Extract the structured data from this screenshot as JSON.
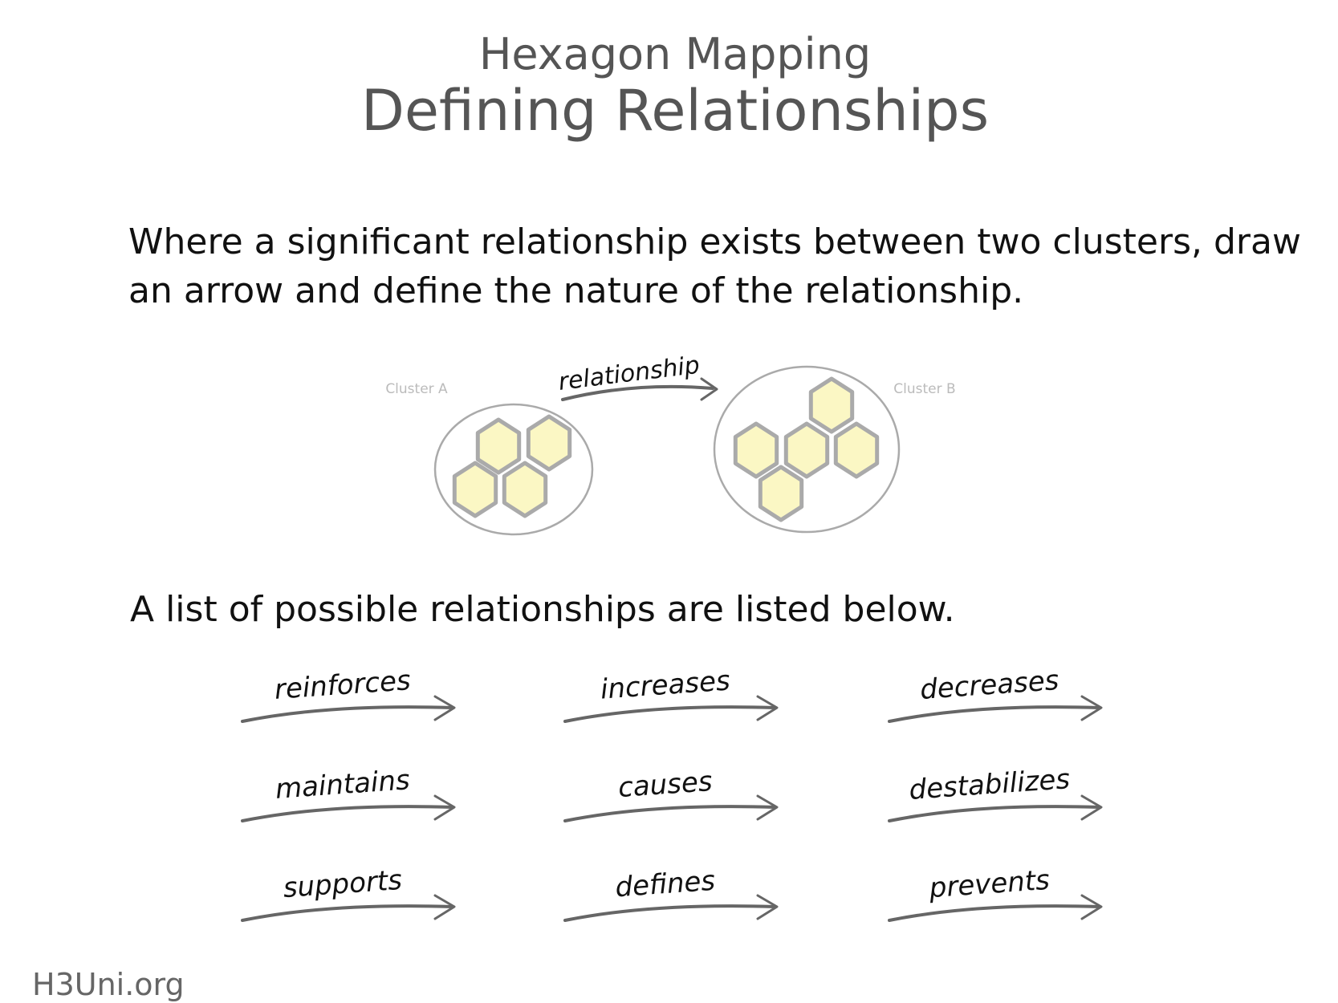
{
  "header": {
    "subtitle": "Hexagon Mapping",
    "title": "Defining Relationships"
  },
  "intro": {
    "line1": "Where a significant relationship exists between two clusters, draw",
    "line2": "an arrow and define the nature of the relationship."
  },
  "diagram": {
    "cluster_a_label": "Cluster A",
    "cluster_b_label": "Cluster B",
    "arrow_label": "relationship",
    "hex_fill": "#fbf7c4",
    "hex_stroke": "#aaaaaa"
  },
  "list_intro": "A list of possible relationships are listed below.",
  "relationships": [
    [
      "reinforces",
      "increases",
      "decreases"
    ],
    [
      "maintains",
      "causes",
      "destabilizes"
    ],
    [
      "supports",
      "defines",
      "prevents"
    ]
  ],
  "footer": "H3Uni.org"
}
